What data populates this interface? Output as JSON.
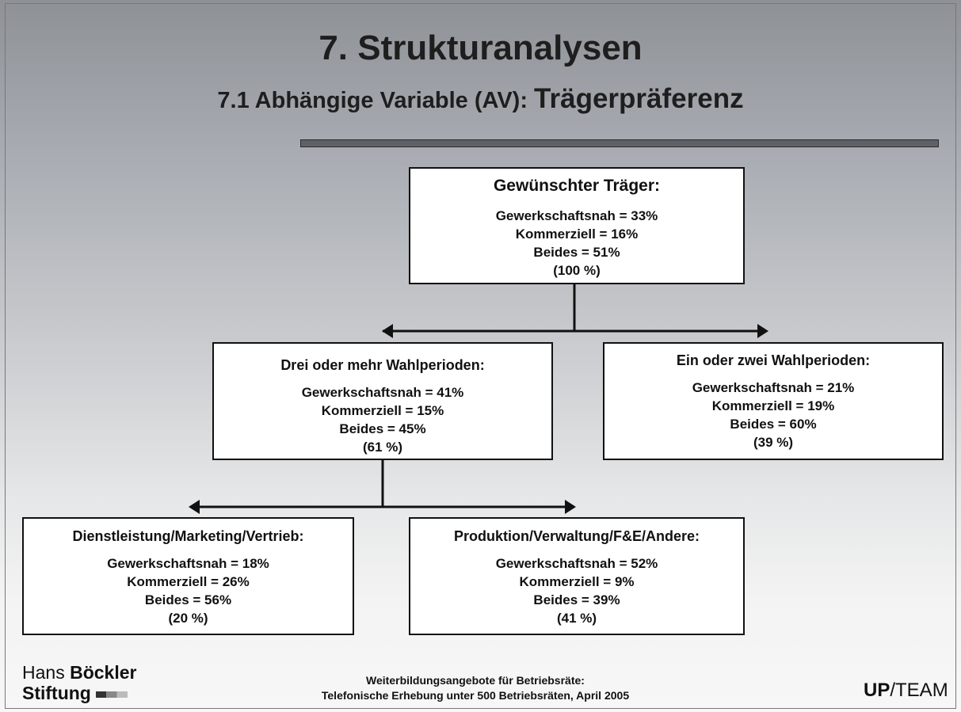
{
  "title": "7. Strukturanalysen",
  "subtitle": {
    "prefix": "7.1 Abhängige Variable (AV): ",
    "emphasis": "Trägerpräferenz"
  },
  "tree": {
    "root": {
      "heading": "Gewünschter Träger:",
      "lines": [
        "Gewerkschaftsnah = 33%",
        "Kommerziell = 16%",
        "Beides = 51%",
        "(100 %)"
      ]
    },
    "left": {
      "heading": "Drei oder mehr Wahlperioden:",
      "lines": [
        "Gewerkschaftsnah = 41%",
        "Kommerziell = 15%",
        "Beides = 45%",
        "(61 %)"
      ]
    },
    "right": {
      "heading": "Ein oder zwei Wahlperioden:",
      "lines": [
        "Gewerkschaftsnah = 21%",
        "Kommerziell = 19%",
        "Beides = 60%",
        "(39 %)"
      ]
    },
    "left_left": {
      "heading": "Dienstleistung/Marketing/Vertrieb:",
      "lines": [
        "Gewerkschaftsnah = 18%",
        "Kommerziell = 26%",
        "Beides = 56%",
        "(20 %)"
      ]
    },
    "left_right": {
      "heading": "Produktion/Verwaltung/F&E/Andere:",
      "lines": [
        "Gewerkschaftsnah = 52%",
        "Kommerziell = 9%",
        "Beides = 39%",
        "(41 %)"
      ]
    }
  },
  "footer": {
    "logo_left": {
      "line1_light": "Hans ",
      "line1_bold": "Böckler",
      "line2": "Stiftung"
    },
    "center_line1": "Weiterbildungsangebote für Betriebsräte:",
    "center_line2": "Telefonische Erhebung unter 500 Betriebsräten, April 2005",
    "logo_right": {
      "bold": "UP",
      "light": "/TEAM"
    }
  },
  "colors": {
    "divider": "#5f6166",
    "node_border": "#111111",
    "node_fill": "#ffffff"
  }
}
